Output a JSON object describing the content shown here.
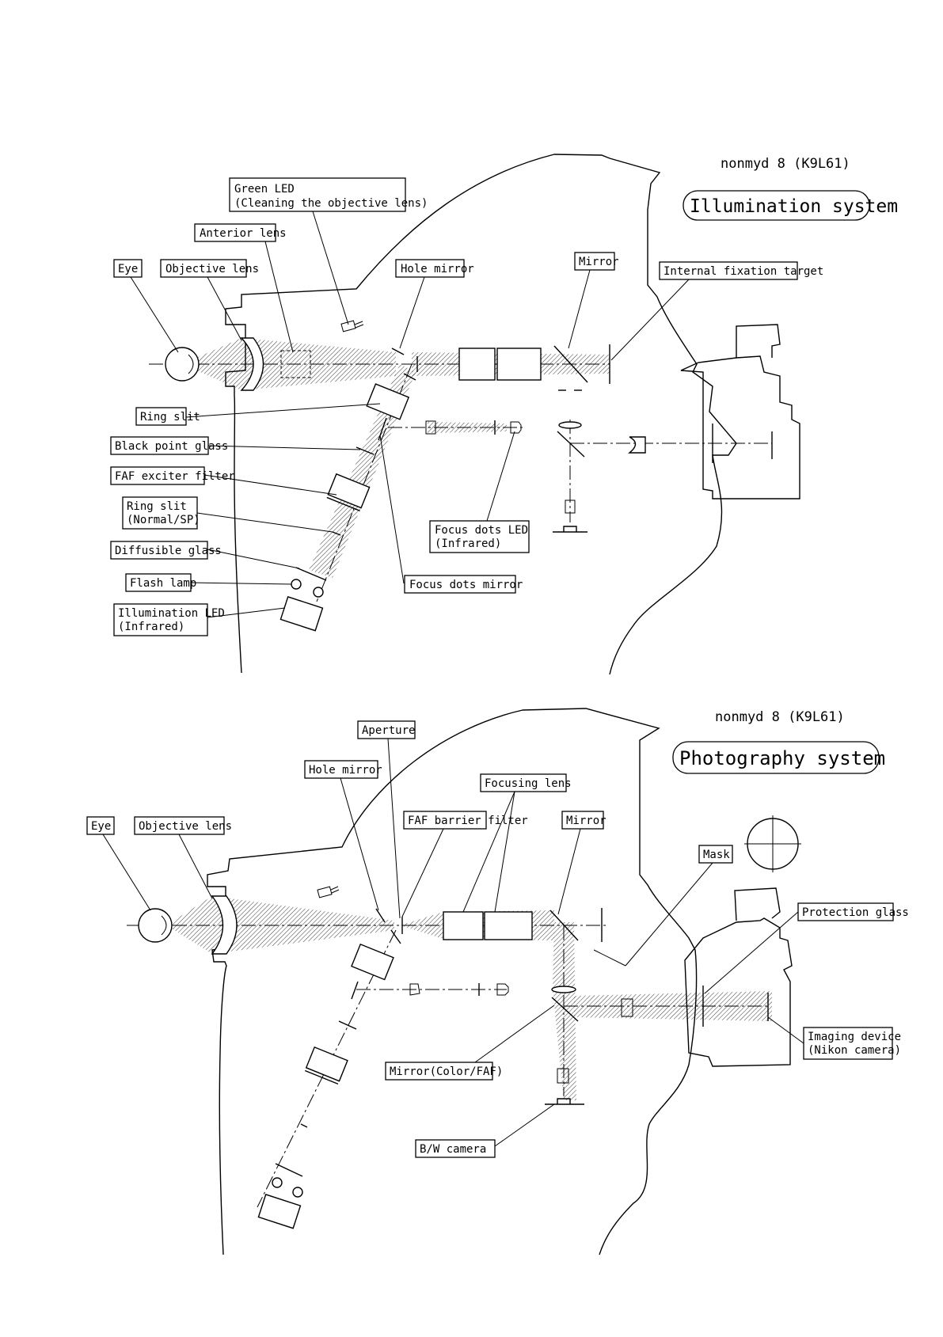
{
  "illumination": {
    "model": "nonmyd 8  (K9L61)",
    "system_title": "Illumination system",
    "labels": {
      "green_led_1": "Green LED",
      "green_led_2": "(Cleaning the objective lens)",
      "anterior_lens": "Anterior lens",
      "eye": "Eye",
      "objective_lens": "Objective lens",
      "hole_mirror": "Hole mirror",
      "mirror": "Mirror",
      "internal_fixation_target": "Internal fixation target",
      "ring_slit": "Ring slit",
      "black_point_glass": "Black point glass",
      "faf_exciter_filter": "FAF exciter filter",
      "ring_slit_np_1": "Ring slit",
      "ring_slit_np_2": "(Normal/SP)",
      "diffusible_glass": "Diffusible glass",
      "flash_lamp": "Flash lamp",
      "illumination_led_1": "Illumination LED",
      "illumination_led_2": "(Infrared)",
      "focus_dots_led_1": "Focus dots LED",
      "focus_dots_led_2": "(Infrared)",
      "focus_dots_mirror": "Focus dots mirror"
    }
  },
  "photography": {
    "model": "nonmyd 8  (K9L61)",
    "system_title": "Photography system",
    "labels": {
      "aperture": "Aperture",
      "hole_mirror": "Hole mirror",
      "focusing_lens": "Focusing lens",
      "eye": "Eye",
      "objective_lens": "Objective lens",
      "faf_barrier_filter": "FAF barrier filter",
      "mirror": "Mirror",
      "mask": "Mask",
      "protection_glass": "Protection glass",
      "imaging_device_1": "Imaging device",
      "imaging_device_2": "(Nikon camera)",
      "mirror_color_faf": "Mirror(Color/FAF)",
      "bw_camera": "B/W camera"
    }
  }
}
